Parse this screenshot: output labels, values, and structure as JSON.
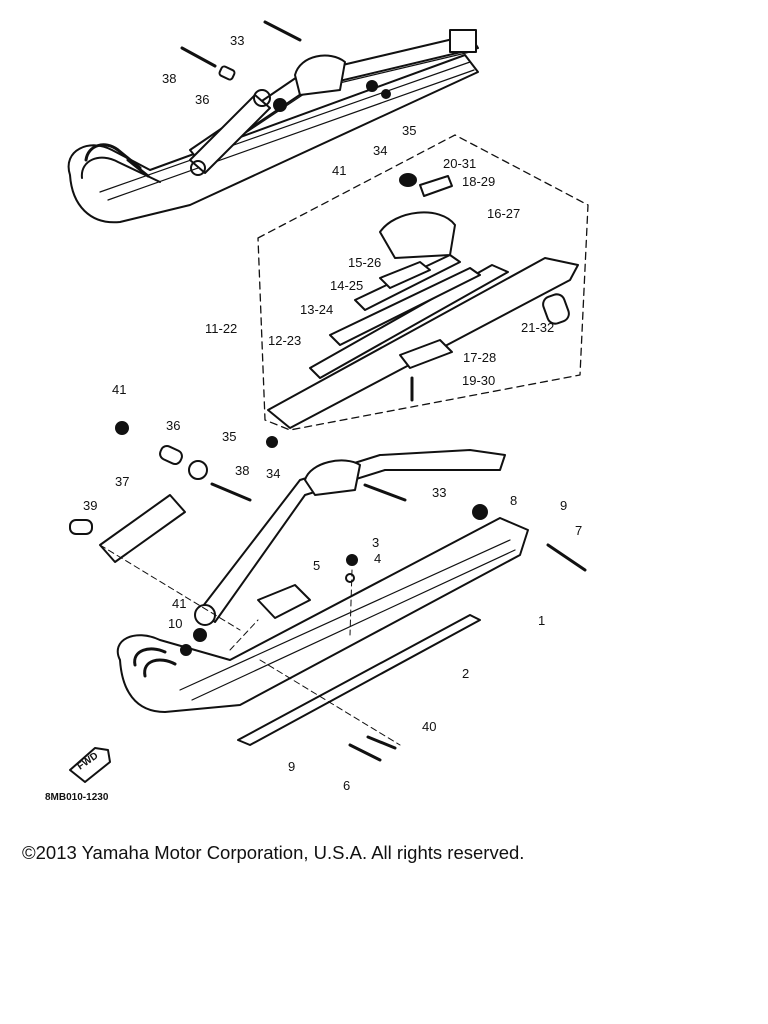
{
  "diagram": {
    "reference_code": "8MB010-1230",
    "fwd_marker": "FWD",
    "callouts": [
      "1",
      "2",
      "3",
      "4",
      "5",
      "6",
      "7",
      "8",
      "9",
      "10",
      "11-22",
      "12-23",
      "13-24",
      "14-25",
      "15-26",
      "16-27",
      "17-28",
      "18-29",
      "19-30",
      "20-31",
      "21-32",
      "33",
      "34",
      "35",
      "36",
      "37",
      "38",
      "39",
      "40",
      "41"
    ]
  },
  "footer": {
    "copyright": "©2013 Yamaha Motor Corporation, U.S.A. All rights reserved."
  }
}
